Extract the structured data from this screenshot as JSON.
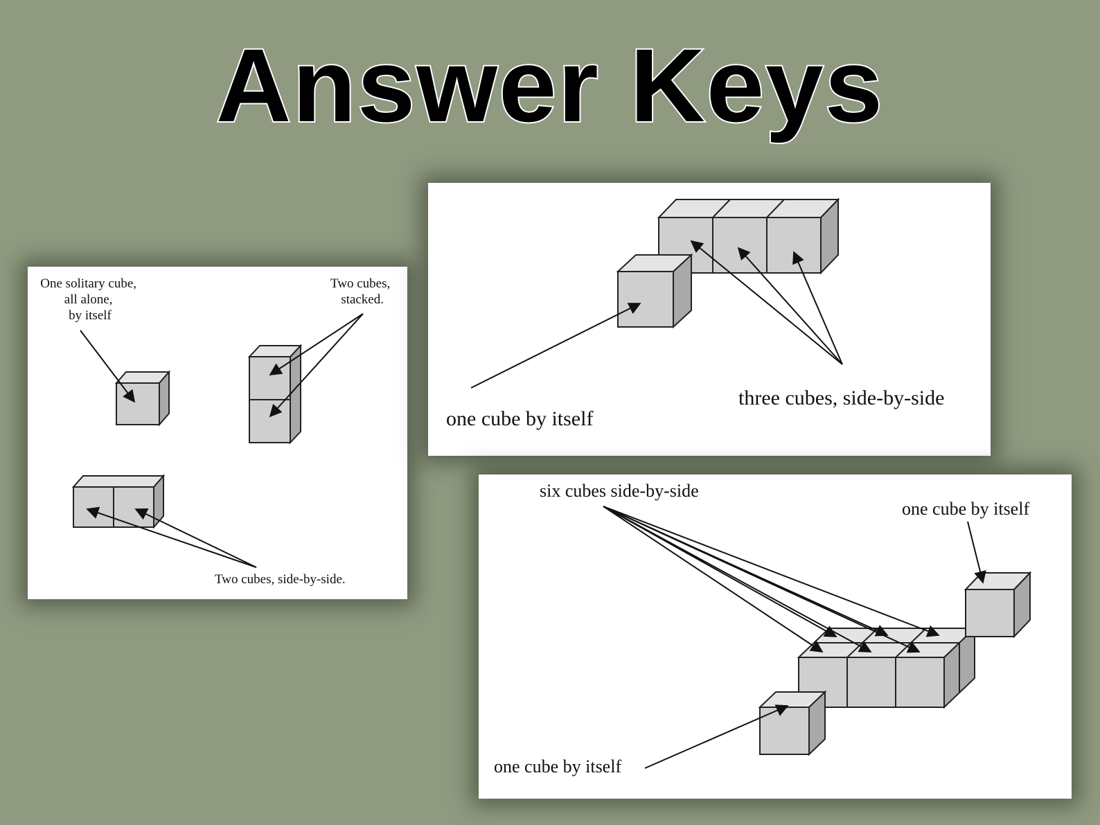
{
  "title": "Answer Keys",
  "panel_a": {
    "label_one_cube": [
      "One solitary cube,",
      "all alone,",
      "by itself"
    ],
    "label_two_stacked": [
      "Two cubes,",
      "stacked."
    ],
    "label_two_side": "Two cubes, side-by-side."
  },
  "panel_b": {
    "label_one_cube": "one cube by itself",
    "label_three_cubes": "three cubes, side-by-side"
  },
  "panel_c": {
    "label_six_cubes": "six cubes side-by-side",
    "label_one_cube_top": "one cube by itself",
    "label_one_cube_bottom": "one cube by itself"
  },
  "colors": {
    "background": "#8f9a80",
    "cube_front": "#cfcfcf",
    "cube_top": "#e4e4e4",
    "cube_side": "#a9a9a9"
  }
}
